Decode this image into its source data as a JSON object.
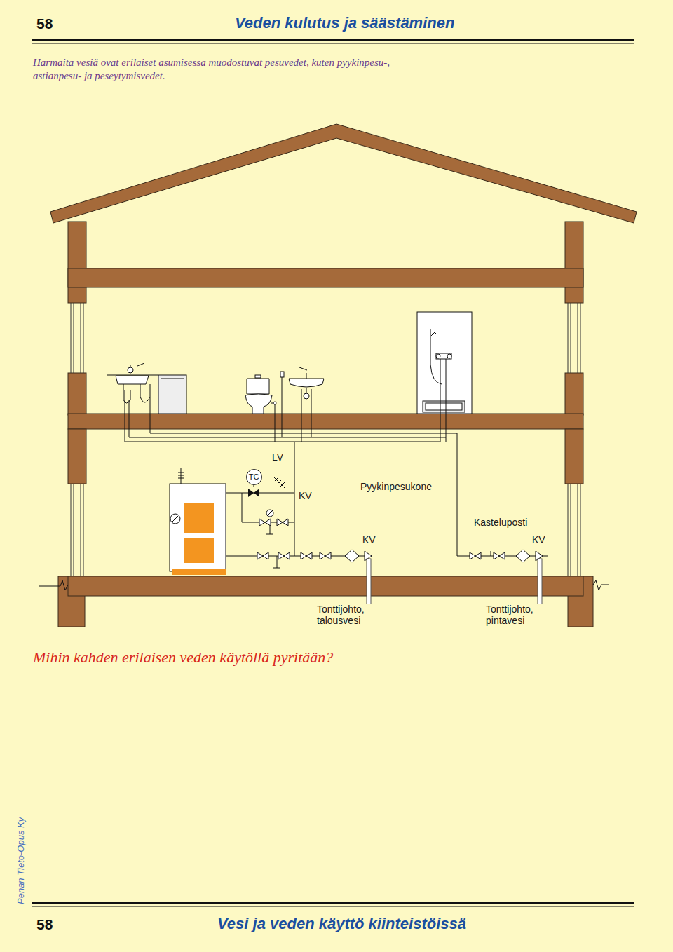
{
  "diagram": {
    "title": "Veden kulutus ja säästäminen",
    "caption": "Mihin kahden erilaisen veden käytöllä pyritään?",
    "nodes": [
      {
        "text": [
          "TC"
        ]
      }
    ],
    "labels": [
      "58",
      "Harmaita vesiä ovat erilaiset asumisessa muodostuvat pesuvedet, kuten pyykinpesu-, astianpesu- ja peseytymisvedet.",
      "LV",
      "KV",
      "Pyykinpesukone",
      "Kasteluposti",
      "KV",
      "KV",
      "Tonttijohto, talousvesi",
      "Tonttijohto, pintavesi",
      "Penan Tieto-Opus Ky",
      "58",
      "Vesi ja veden käyttö kiinteistöissä"
    ]
  }
}
